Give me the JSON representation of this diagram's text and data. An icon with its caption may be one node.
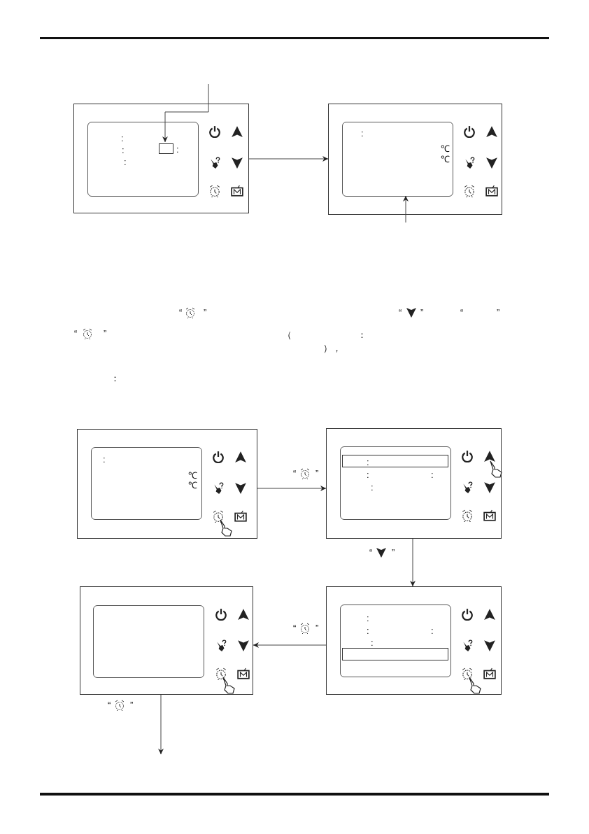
{
  "diagram": {
    "nodes": [
      {
        "text": [],
        "shape": "box"
      },
      {
        "text": [],
        "shape": "box",
        "in": 0
      },
      {
        "text": [],
        "shape": "box",
        "in": 1
      },
      {
        "text": [],
        "shape": "box"
      },
      {
        "text": [],
        "shape": "box",
        "in": 3
      },
      {
        "text": [],
        "shape": "box"
      },
      {
        "text": [],
        "shape": "box",
        "in": 5
      },
      {
        "text": [],
        "shape": "box"
      },
      {
        "text": [],
        "shape": "box",
        "in": 7
      },
      {
        "text": [],
        "shape": "box"
      },
      {
        "text": [],
        "shape": "box",
        "in": 9
      },
      {
        "text": [],
        "shape": "box"
      },
      {
        "text": [],
        "shape": "box",
        "in": 11
      }
    ],
    "edges": [
      {
        "from": null,
        "to": 2,
        "arrow": "to"
      },
      {
        "from": 0,
        "to": 3,
        "arrow": "to"
      },
      {
        "from": null,
        "to": 4,
        "arrow": "to"
      },
      {
        "from": 5,
        "to": 7,
        "arrow": "to"
      },
      {
        "from": 7,
        "to": 9,
        "arrow": "to"
      },
      {
        "from": 9,
        "to": 11,
        "arrow": "to"
      },
      {
        "from": 11,
        "to": null,
        "arrow": "to"
      }
    ],
    "labels": [
      ":",
      ":",
      ":",
      ":",
      ":",
      "℃",
      "℃",
      "“",
      "”",
      "“",
      "”",
      "“",
      "”",
      "“",
      "”",
      "（",
      "：",
      "），",
      "：",
      ":",
      "℃",
      "℃",
      "“",
      "”",
      ":",
      ":",
      ":",
      ":",
      "“",
      "”",
      "“",
      "”",
      ":",
      ":",
      ":",
      ":",
      "“",
      "”"
    ]
  }
}
